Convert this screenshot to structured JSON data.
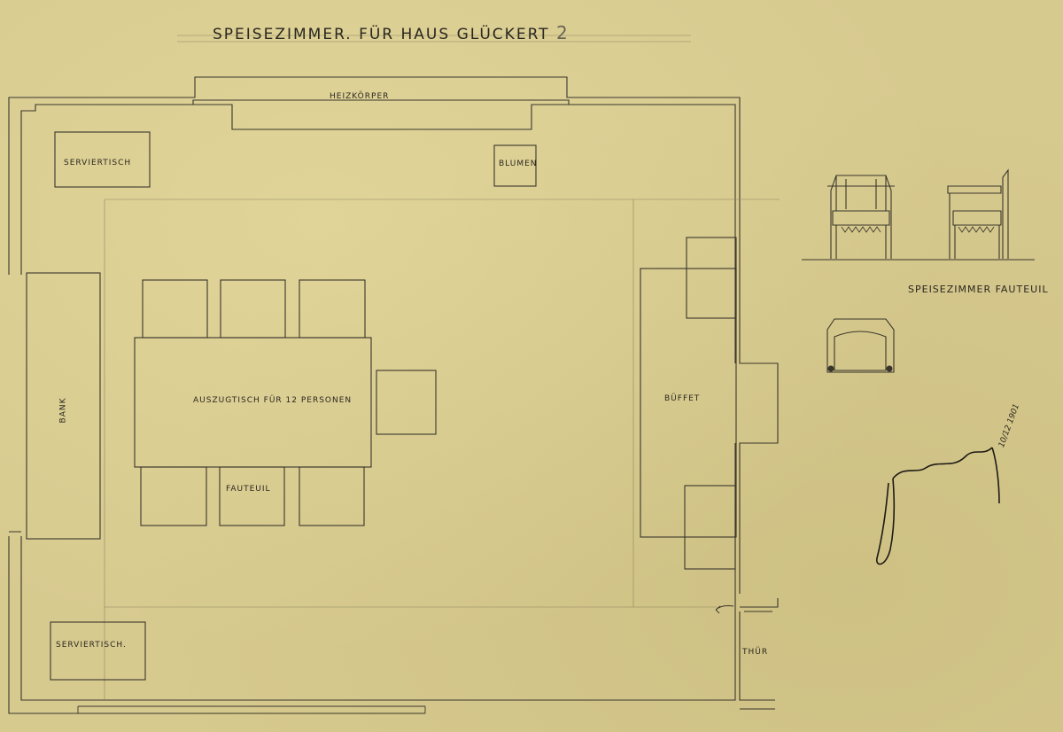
{
  "title": "Speisezimmer. für Haus Glückert",
  "title_number": "2",
  "labels": {
    "heizkoerper": "Heizkörper",
    "serviertisch_top": "Serviertisch",
    "blumen": "Blumen",
    "bank": "Bank",
    "auszugtisch": "Auszugtisch für 12 Personen",
    "fauteuil": "Fauteuil",
    "buffet": "Büffet",
    "serviertisch_bottom": "Serviertisch.",
    "thuer": "Thür",
    "fauteuil_detail": "Speisezimmer Fauteuil"
  },
  "signature": {
    "date": "10/12 1901"
  },
  "colors": {
    "paper": "#d7ca8f",
    "ink": "#2a2720"
  }
}
